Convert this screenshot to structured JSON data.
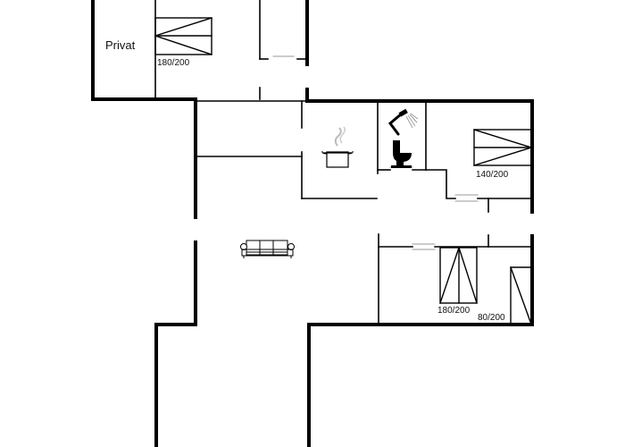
{
  "floorplan": {
    "rooms": [
      {
        "name": "Privat",
        "type": "room-label"
      }
    ],
    "beds": [
      {
        "id": "bed-1",
        "size": "180/200",
        "room": "privat-bedroom"
      },
      {
        "id": "bed-2",
        "size": "140/200",
        "room": "east-bedroom"
      },
      {
        "id": "bed-3",
        "size": "180/200",
        "room": "south-bedroom"
      },
      {
        "id": "bed-4",
        "size": "80/200",
        "room": "south-bedroom"
      }
    ],
    "icons": [
      {
        "name": "shower-icon"
      },
      {
        "name": "toilet-icon"
      },
      {
        "name": "cooking-pot-icon"
      },
      {
        "name": "sofa-icon"
      }
    ],
    "colors": {
      "wall": "#000000",
      "background": "#ffffff",
      "steam": "#bbbbbb",
      "window": "#aaaaaa"
    }
  }
}
